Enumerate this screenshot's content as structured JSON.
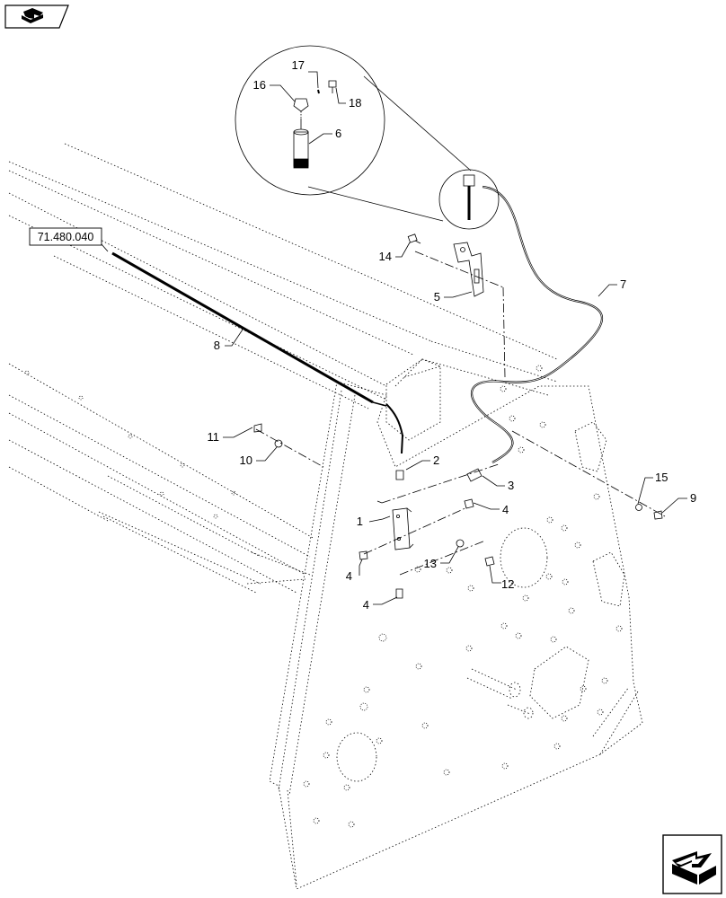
{
  "reference_label": "71.480.040",
  "callouts": {
    "c1": "1",
    "c2": "2",
    "c3": "3",
    "c4a": "4",
    "c4b": "4",
    "c4c": "4",
    "c5": "5",
    "c6": "6",
    "c7": "7",
    "c8": "8",
    "c9": "9",
    "c10": "10",
    "c11": "11",
    "c12": "12",
    "c13": "13",
    "c14": "14",
    "c15": "15",
    "c16": "16",
    "c17": "17",
    "c18": "18"
  },
  "icons": {
    "top_left": "prev-page-icon",
    "bottom_right": "next-page-icon"
  }
}
